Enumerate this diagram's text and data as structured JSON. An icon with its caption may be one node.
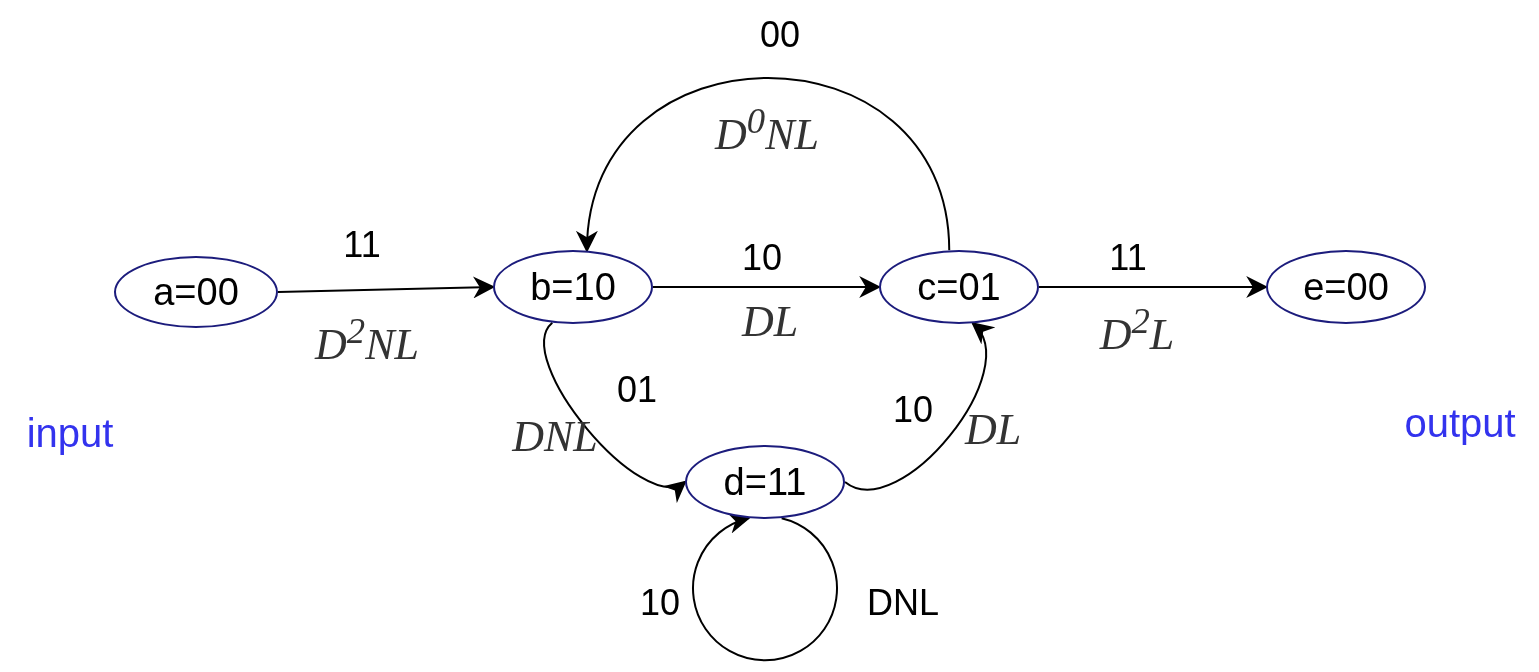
{
  "diagram": {
    "nodes": [
      {
        "text": [
          "a=00"
        ]
      },
      {
        "text": [
          "b=10"
        ]
      },
      {
        "text": [
          "c=01"
        ]
      },
      {
        "text": [
          "d=11"
        ]
      },
      {
        "text": [
          "e=00"
        ]
      }
    ],
    "edges": [
      {
        "from": 0,
        "to": 1,
        "arrow": "to",
        "label": "11"
      },
      {
        "from": 1,
        "to": 2,
        "arrow": "to",
        "label": "10"
      },
      {
        "from": 2,
        "to": 4,
        "arrow": "to",
        "label": "11"
      },
      {
        "from": 2,
        "to": 1,
        "arrow": "to",
        "label": "00"
      },
      {
        "from": 1,
        "to": 3,
        "arrow": "to",
        "label": "01"
      },
      {
        "from": 3,
        "to": 2,
        "arrow": "to",
        "label": "10"
      },
      {
        "from": 3,
        "to": 3,
        "arrow": "to",
        "label": "10"
      }
    ],
    "labels": [
      "D$^{0}$NL",
      "D$^{2}$NL",
      "DL",
      "D$^{2}$L",
      "DNL",
      "DL",
      "input",
      "output",
      "DNL"
    ]
  }
}
